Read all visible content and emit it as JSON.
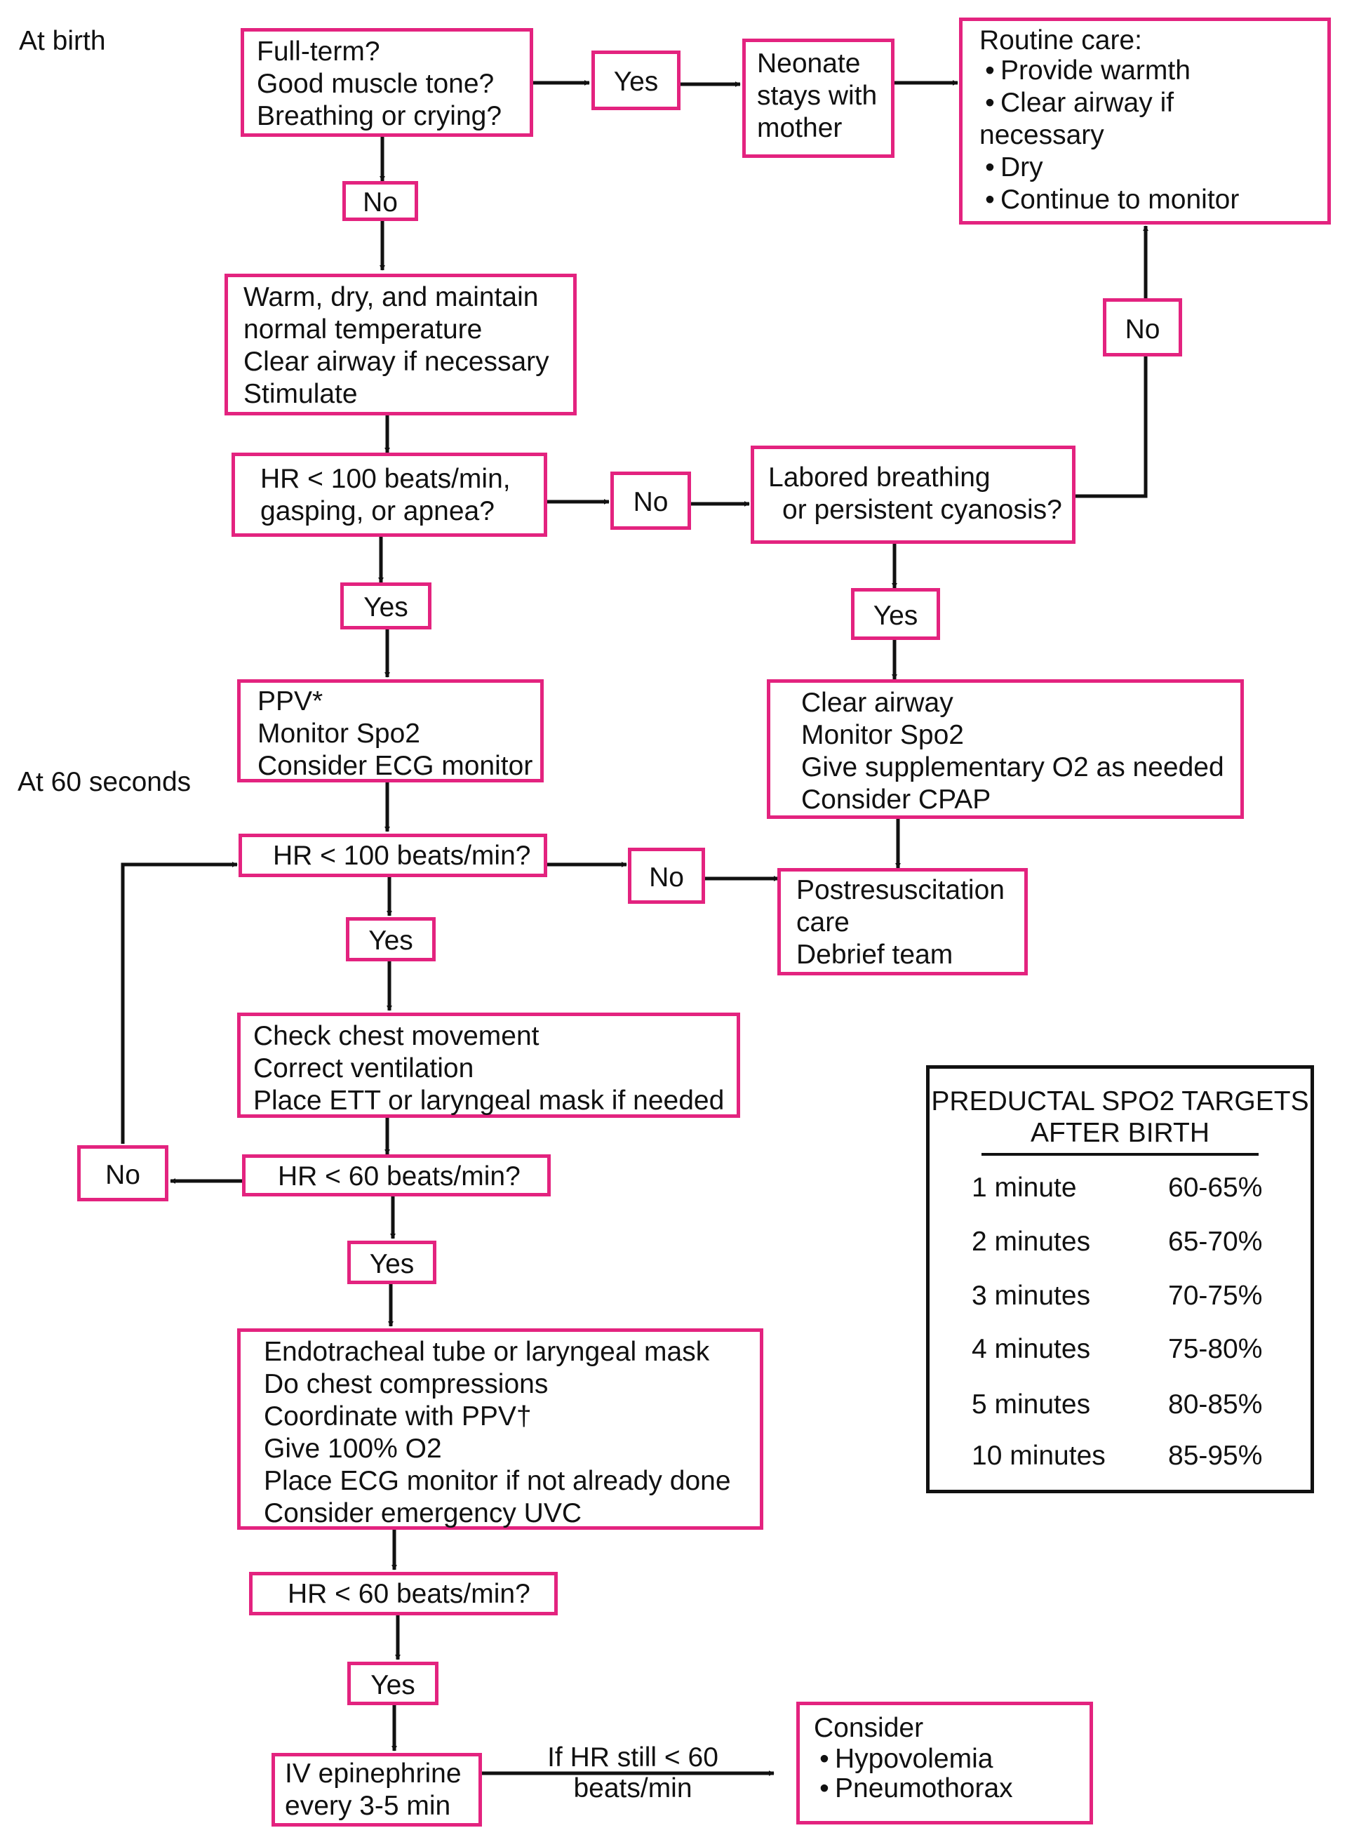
{
  "side_labels": {
    "at_birth": "At birth",
    "at_60_seconds": "At 60 seconds"
  },
  "boxes": {
    "initial_questions": [
      "Full-term?",
      "Good muscle tone?",
      "Breathing or crying?"
    ],
    "neonate_stays": [
      "Neonate",
      "stays with",
      "mother"
    ],
    "routine_care": {
      "heading": "Routine care:",
      "items": [
        "Provide warmth",
        "Clear airway if",
        "necessary",
        "Dry",
        "Continue to monitor"
      ]
    },
    "initial_steps": [
      "Warm, dry, and maintain",
      "normal temperature",
      "Clear airway if necessary",
      "Stimulate"
    ],
    "hr_gasping": [
      "HR < 100 beats/min,",
      "gasping, or apnea?"
    ],
    "labored": [
      "Labored breathing",
      "or persistent cyanosis?"
    ],
    "ppv": [
      "PPV*",
      "Monitor Spo2",
      "Consider ECG monitor"
    ],
    "clear_airway": [
      "Clear airway",
      "Monitor Spo2",
      "Give supplementary O2 as needed",
      "Consider CPAP"
    ],
    "hr_100": [
      "HR < 100 beats/min?"
    ],
    "postresus": [
      "Postresuscitation",
      "care",
      "Debrief team"
    ],
    "check_chest": [
      "Check chest movement",
      "Correct ventilation",
      "Place ETT or laryngeal mask if needed"
    ],
    "hr_60_a": [
      "HR < 60 beats/min?"
    ],
    "compressions": [
      "Endotracheal tube or laryngeal mask",
      "Do chest compressions",
      "Coordinate with PPV†",
      "Give 100% O2",
      "Place ECG monitor if not already done",
      "Consider emergency UVC"
    ],
    "hr_60_b": [
      "HR < 60 beats/min?"
    ],
    "epinephrine": [
      "IV epinephrine",
      "every 3-5 min"
    ],
    "consider": {
      "heading": "Consider",
      "items": [
        "Hypovolemia",
        "Pneumothorax"
      ]
    }
  },
  "decisions": {
    "yes_1": "Yes",
    "no_1": "No",
    "no_routine": "No",
    "no_2": "No",
    "yes_2": "Yes",
    "yes_3": "Yes",
    "no_3": "No",
    "yes_4": "Yes",
    "no_loop": "No",
    "yes_5": "Yes",
    "yes_6": "Yes"
  },
  "edge_label": [
    "If HR still < 60",
    "beats/min"
  ],
  "spo2_targets": {
    "title": [
      "PREDUCTAL SPO2 TARGETS",
      "AFTER BIRTH"
    ],
    "rows": [
      {
        "time": "1 minute",
        "range": "60-65%"
      },
      {
        "time": "2 minutes",
        "range": "65-70%"
      },
      {
        "time": "3 minutes",
        "range": "70-75%"
      },
      {
        "time": "4 minutes",
        "range": "75-80%"
      },
      {
        "time": "5 minutes",
        "range": "80-85%"
      },
      {
        "time": "10 minutes",
        "range": "85-95%"
      }
    ]
  },
  "colors": {
    "box_border": "#e3237f",
    "line": "#111111"
  }
}
